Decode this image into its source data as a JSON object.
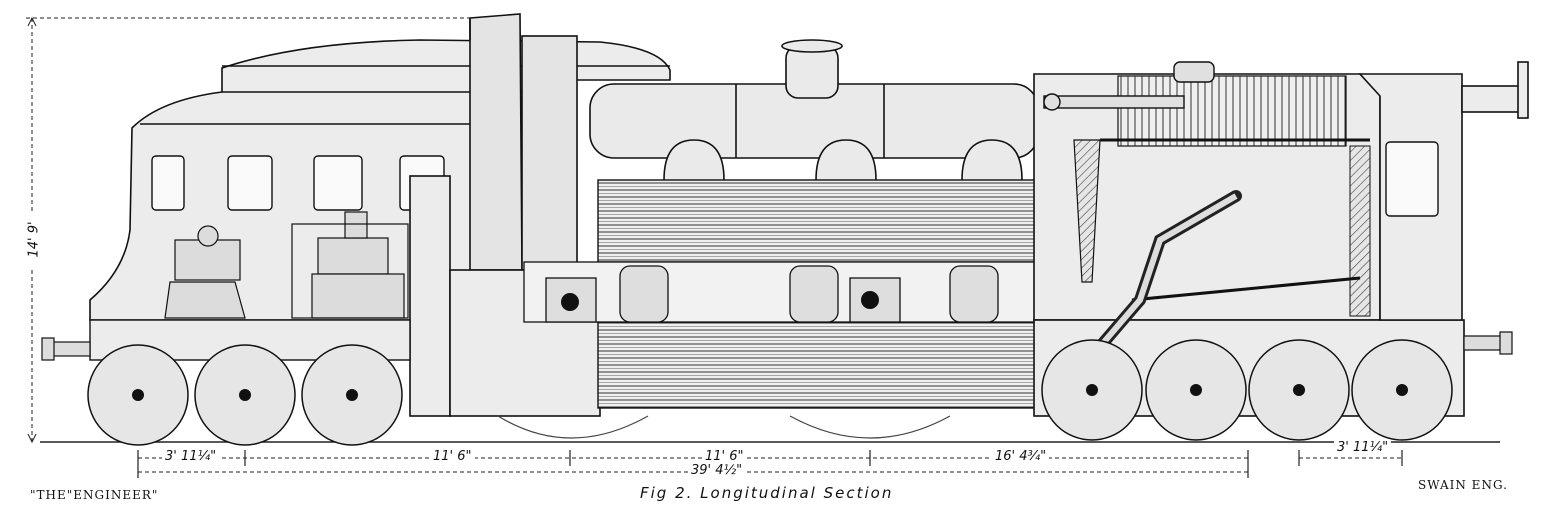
{
  "drawing": {
    "caption": "Fig 2. Longitudinal Section",
    "credit_left": "\"THE\"ENGINEER\"",
    "credit_right": "SWAIN ENG.",
    "dimensions": {
      "overall_height": "14' 9'",
      "wheel_spacing_left": "3' 11¼\"",
      "span_a": "11' 6\"",
      "span_b": "11' 6\"",
      "span_c": "16' 4¾\"",
      "wheel_spacing_right": "3' 11¼\"",
      "overall_length": "39' 4½\""
    }
  }
}
